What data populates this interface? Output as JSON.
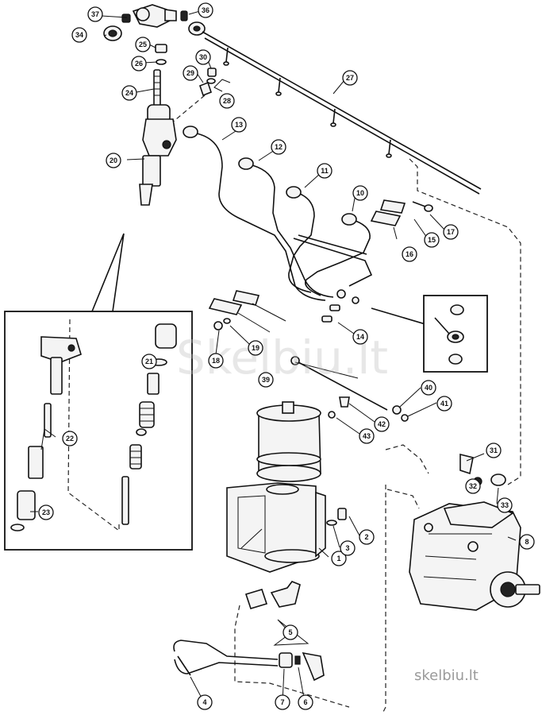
{
  "diagram": {
    "callouts": [
      "1",
      "2",
      "3",
      "4",
      "5",
      "6",
      "7",
      "8",
      "10",
      "11",
      "12",
      "13",
      "14",
      "15",
      "16",
      "17",
      "18",
      "19",
      "20",
      "21",
      "22",
      "23",
      "24",
      "25",
      "26",
      "27",
      "28",
      "29",
      "30",
      "31",
      "32",
      "33",
      "34",
      "36",
      "37",
      "39",
      "40",
      "41",
      "42",
      "43"
    ],
    "watermark_center": "Skelbiu.lt",
    "watermark_corner": "skelbiu.lt"
  }
}
